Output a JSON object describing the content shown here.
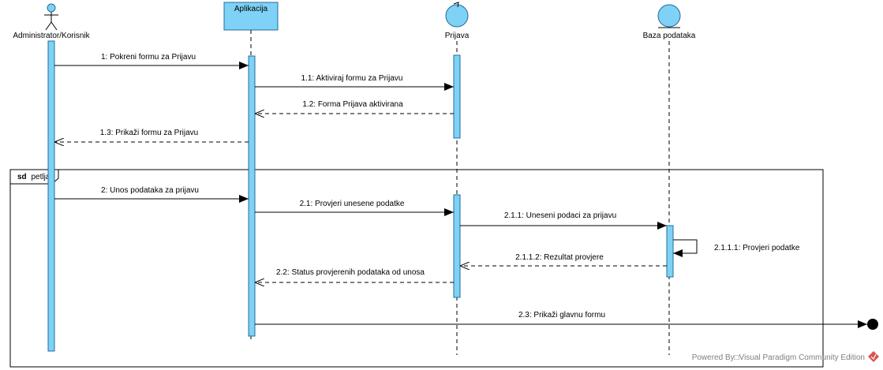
{
  "colors": {
    "element_fill": "#7fd1f5",
    "element_stroke": "#1f6f9a",
    "line": "#000000",
    "watermark_text": "#808080",
    "watermark_logo": "#d9534f"
  },
  "lifelines": [
    {
      "id": "admin",
      "name": "Administrator/Korisnik",
      "kind": "actor"
    },
    {
      "id": "app",
      "name": "Aplikacija",
      "kind": "box"
    },
    {
      "id": "prijava",
      "name": "Prijava",
      "kind": "control"
    },
    {
      "id": "baza",
      "name": "Baza podataka",
      "kind": "entity"
    }
  ],
  "fragment": {
    "operator": "sd",
    "name": "petlja"
  },
  "messages": [
    {
      "id": "m1",
      "label": "1: Pokreni formu za Prijavu",
      "from": "admin",
      "to": "app",
      "kind": "sync"
    },
    {
      "id": "m1_1",
      "label": "1.1: Aktiviraj formu za Prijavu",
      "from": "app",
      "to": "prijava",
      "kind": "sync"
    },
    {
      "id": "m1_2",
      "label": "1.2: Forma Prijava aktivirana",
      "from": "prijava",
      "to": "app",
      "kind": "return"
    },
    {
      "id": "m1_3",
      "label": "1.3: Prikaži formu za Prijavu",
      "from": "app",
      "to": "admin",
      "kind": "return"
    },
    {
      "id": "m2",
      "label": "2: Unos podataka za prijavu",
      "from": "admin",
      "to": "app",
      "kind": "sync"
    },
    {
      "id": "m2_1",
      "label": "2.1: Provjeri unesene podatke",
      "from": "app",
      "to": "prijava",
      "kind": "sync"
    },
    {
      "id": "m2_1_1",
      "label": "2.1.1: Uneseni podaci za prijavu",
      "from": "prijava",
      "to": "baza",
      "kind": "sync"
    },
    {
      "id": "m2_1_1_1",
      "label": "2.1.1.1: Provjeri podatke",
      "from": "baza",
      "to": "baza",
      "kind": "self"
    },
    {
      "id": "m2_1_1_2",
      "label": "2.1.1.2: Rezultat provjere",
      "from": "baza",
      "to": "prijava",
      "kind": "return"
    },
    {
      "id": "m2_2",
      "label": "2.2: Status provjerenih podataka od unosa",
      "from": "prijava",
      "to": "app",
      "kind": "return"
    },
    {
      "id": "m2_3",
      "label": "2.3: Prikaži glavnu formu",
      "from": "app",
      "to": "lost",
      "kind": "lost"
    }
  ],
  "watermark": {
    "text": "Powered By□Visual Paradigm Community Edition",
    "logo_icon": "visual-paradigm-logo-icon"
  }
}
